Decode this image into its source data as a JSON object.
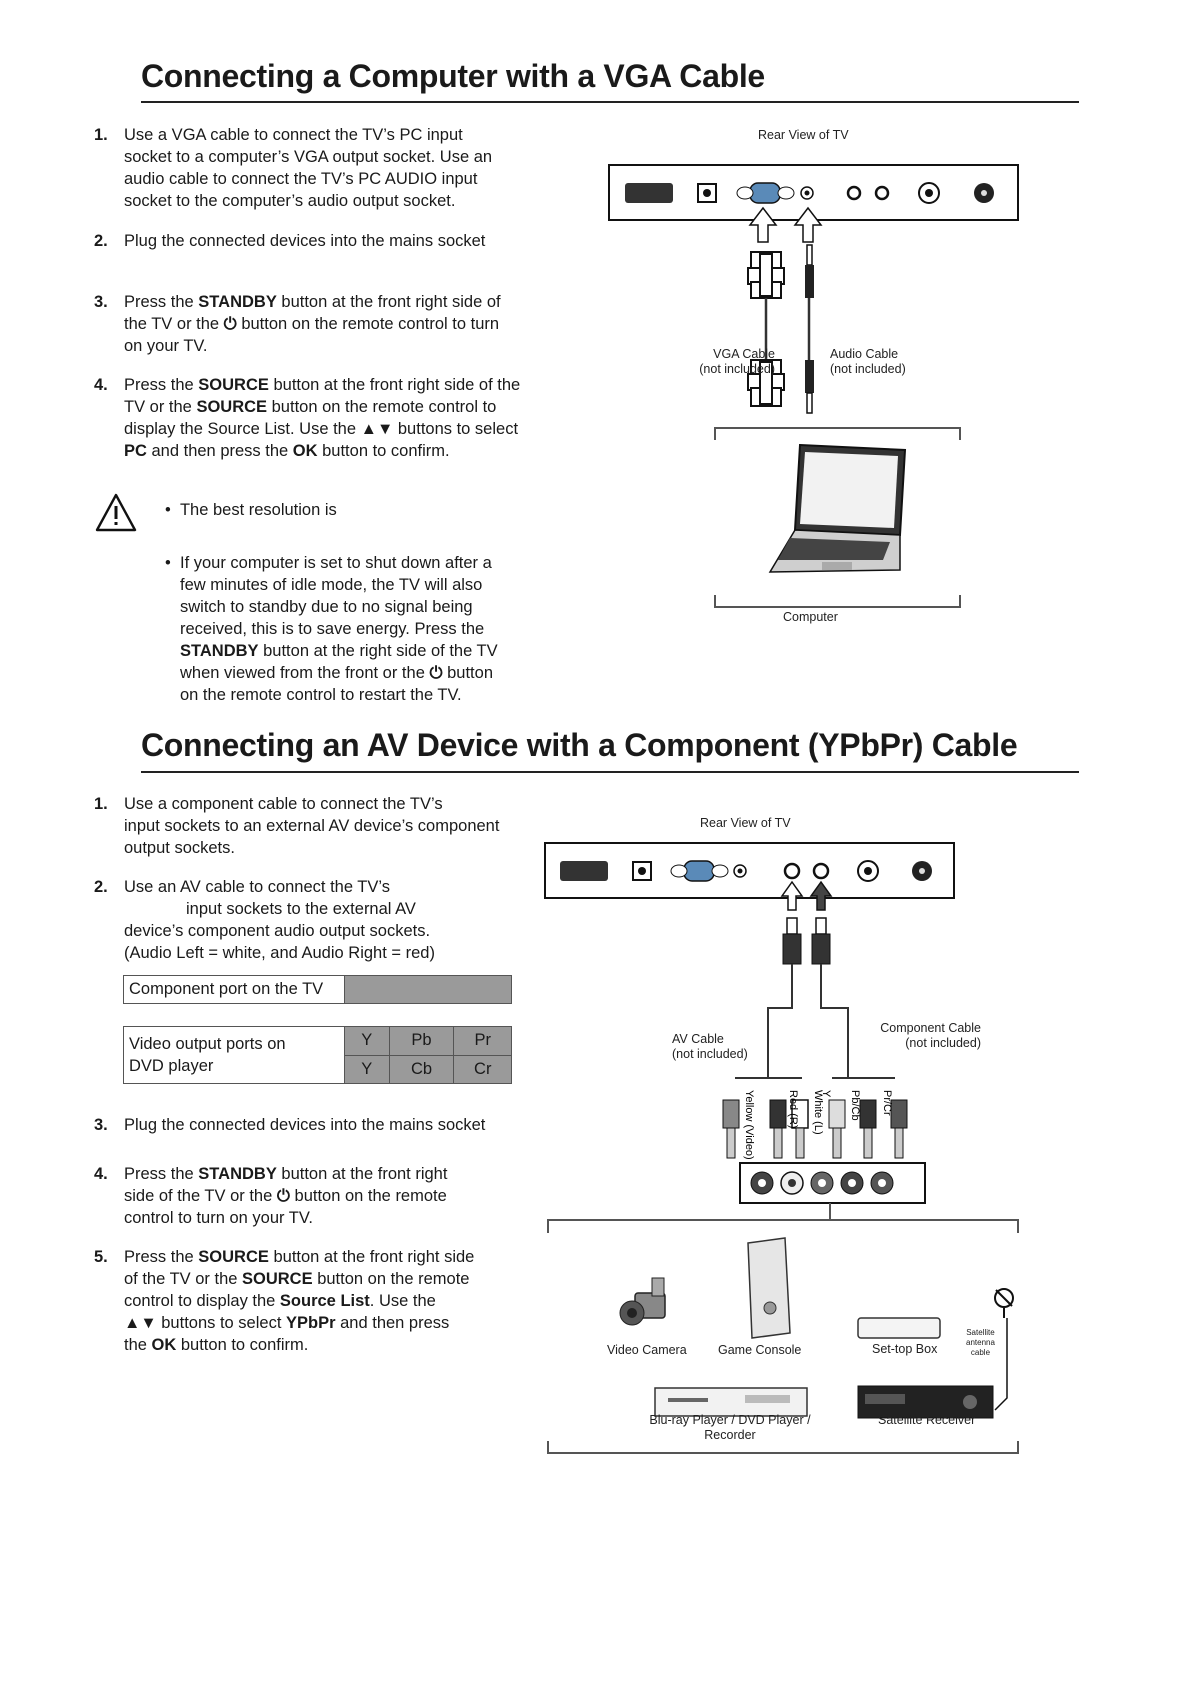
{
  "section1": {
    "title": "Connecting a Computer with a VGA Cable",
    "steps": [
      {
        "num": "1.",
        "lines": [
          "Use a VGA cable to connect the TV’s PC input",
          "socket to a computer’s VGA output socket. Use an",
          "audio cable to connect the TV’s PC AUDIO input",
          "socket to the computer’s audio output socket."
        ]
      },
      {
        "num": "2.",
        "lines": [
          "Plug the connected devices into the mains socket"
        ]
      },
      {
        "num": "3.",
        "pre": "Press the ",
        "b1": "STANDBY",
        "mid": " button at the front right side of",
        "l2a": "the TV or the ",
        "l2b": " button on the remote control to turn",
        "l3": "on your TV."
      },
      {
        "num": "4.",
        "l1a": "Press the ",
        "l1b": "SOURCE",
        "l1c": " button at the front right side of the",
        "l2a": "TV or the ",
        "l2b": "SOURCE",
        "l2c": " button on the remote control to",
        "l3a": "display the Source List. Use the ",
        "l3b": "▲▼",
        "l3c": " buttons to select",
        "l4a": "PC",
        "l4b": " and then press the ",
        "l4c": "OK",
        "l4d": " button to confirm."
      }
    ],
    "note1": "The best resolution is",
    "note2": {
      "l1": "If your computer is set to shut down after a",
      "l2": "few minutes of idle mode, the TV will also",
      "l3": "switch to standby due to no signal being",
      "l4": "received, this is to save energy. Press the",
      "l5a": "STANDBY",
      "l5b": " button at the right side of the TV",
      "l6a": "when viewed from the front or the ",
      "l6b": " button",
      "l7": "on the remote control to restart the TV."
    },
    "diagram": {
      "rear_view": "Rear View of TV",
      "vga_cable": [
        "VGA Cable",
        "(not included)"
      ],
      "audio_cable": [
        "Audio Cable",
        "(not included)"
      ],
      "computer": "Computer"
    }
  },
  "section2": {
    "title": "Connecting an AV Device with a Component (YPbPr) Cable",
    "step1": [
      "Use a component cable to connect the TV’s",
      "input sockets to an external AV device’s component",
      "output sockets."
    ],
    "step2": [
      "Use an AV cable to connect the TV’s",
      "input sockets to the external AV",
      "device’s component audio output sockets.",
      "(Audio Left = white, and Audio Right = red)"
    ],
    "table1_label": "Component port on the TV",
    "table2": {
      "label": [
        "Video output ports on",
        "DVD player"
      ],
      "row1": [
        "Y",
        "Pb",
        "Pr"
      ],
      "row2": [
        "Y",
        "Cb",
        "Cr"
      ]
    },
    "step3": "Plug the connected devices into the mains socket",
    "step4": {
      "a": "Press the ",
      "b": "STANDBY",
      "c": " button at the front right",
      "l2a": "side of the TV or the ",
      "l2b": " button on the remote",
      "l3": "control to turn on your TV."
    },
    "step5": {
      "a": "Press the ",
      "b": "SOURCE",
      "c": " button at the front right side",
      "l2a": "of the TV or the ",
      "l2b": "SOURCE",
      "l2c": " button on the remote",
      "l3a": "control to display the ",
      "l3b": "Source List",
      "l3c": ". Use the",
      "l4a": "▲▼",
      "l4b": " buttons to select ",
      "l4c": "YPbPr",
      "l4d": " and then press",
      "l5a": "the ",
      "l5b": "OK",
      "l5c": " button to confirm."
    },
    "diagram": {
      "rear_view": "Rear View of TV",
      "av_cable": [
        "AV Cable",
        "(not included)"
      ],
      "component_cable": [
        "Component Cable",
        "(not included)"
      ],
      "wires": [
        "Yellow (Video)",
        "Red (R)",
        "White (L)",
        "Y",
        "Pb/Cb",
        "Pr/Cr"
      ],
      "devices": [
        "Video Camera",
        "Game Console",
        "Set-top Box",
        "Blu-ray Player / DVD Player /",
        "Recorder",
        "Satellite Receiver"
      ],
      "satellite_label": [
        "Satellite",
        "antenna",
        "cable"
      ]
    }
  }
}
